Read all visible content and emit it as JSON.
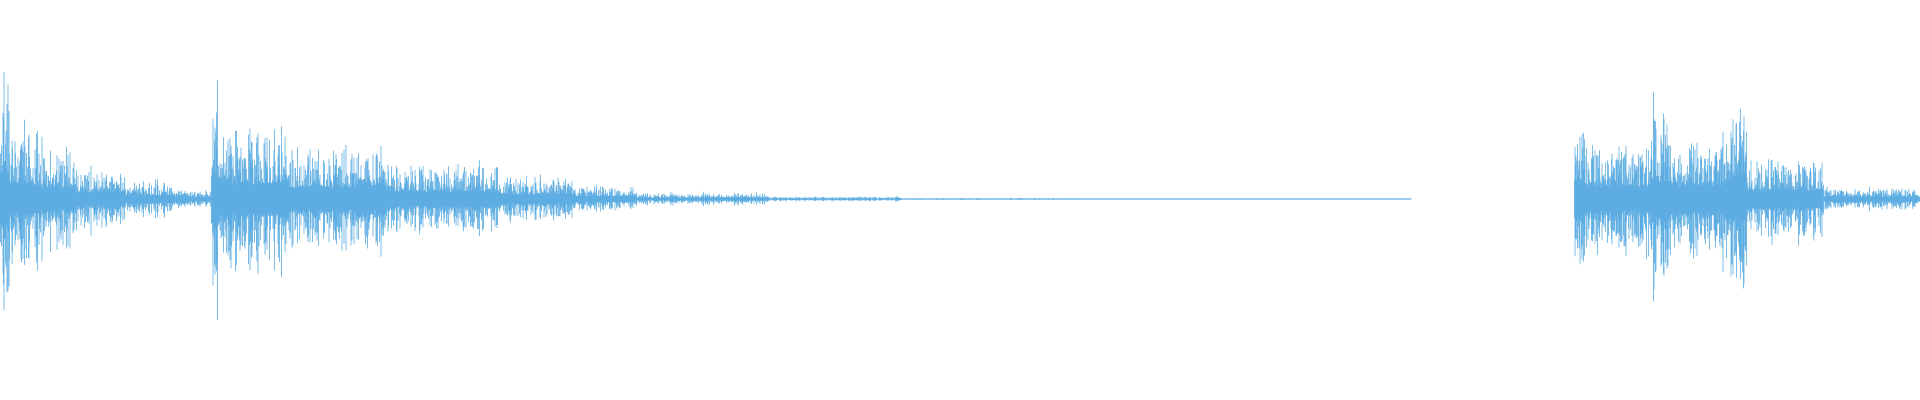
{
  "waveform": {
    "color": "#5dade2",
    "background": "#ffffff",
    "segments": [
      {
        "from": 0.0,
        "to": 0.005,
        "amp": 0.8
      },
      {
        "from": 0.005,
        "to": 0.02,
        "amp": 0.45
      },
      {
        "from": 0.02,
        "to": 0.04,
        "amp": 0.34
      },
      {
        "from": 0.04,
        "to": 0.065,
        "amp": 0.2
      },
      {
        "from": 0.065,
        "to": 0.09,
        "amp": 0.11
      },
      {
        "from": 0.09,
        "to": 0.11,
        "amp": 0.05
      },
      {
        "from": 0.11,
        "to": 0.114,
        "amp": 0.68
      },
      {
        "from": 0.114,
        "to": 0.15,
        "amp": 0.45
      },
      {
        "from": 0.15,
        "to": 0.2,
        "amp": 0.33
      },
      {
        "from": 0.2,
        "to": 0.26,
        "amp": 0.22
      },
      {
        "from": 0.26,
        "to": 0.3,
        "amp": 0.14
      },
      {
        "from": 0.3,
        "to": 0.33,
        "amp": 0.08
      },
      {
        "from": 0.33,
        "to": 0.4,
        "amp": 0.04
      },
      {
        "from": 0.4,
        "to": 0.47,
        "amp": 0.015
      },
      {
        "from": 0.47,
        "to": 0.56,
        "amp": 0.006
      },
      {
        "from": 0.56,
        "to": 0.67,
        "amp": 0.003
      },
      {
        "from": 0.67,
        "to": 0.735,
        "amp": 0.002
      },
      {
        "from": 0.735,
        "to": 0.82,
        "amp": 0.0
      },
      {
        "from": 0.82,
        "to": 0.826,
        "amp": 0.5
      },
      {
        "from": 0.826,
        "to": 0.86,
        "amp": 0.36
      },
      {
        "from": 0.86,
        "to": 0.87,
        "amp": 0.58
      },
      {
        "from": 0.87,
        "to": 0.9,
        "amp": 0.4
      },
      {
        "from": 0.9,
        "to": 0.91,
        "amp": 0.62
      },
      {
        "from": 0.91,
        "to": 0.95,
        "amp": 0.26
      },
      {
        "from": 0.95,
        "to": 1.0,
        "amp": 0.07
      }
    ]
  }
}
